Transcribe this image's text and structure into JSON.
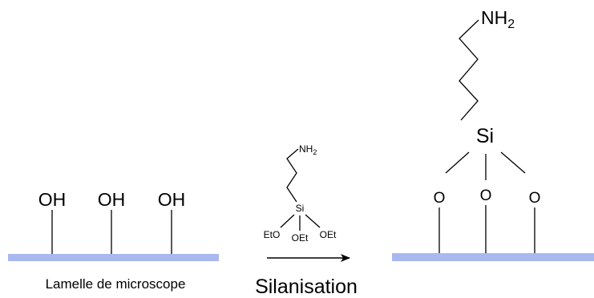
{
  "colors": {
    "surface": "#a9b8ef",
    "ink": "#000000",
    "background": "#ffffff"
  },
  "left_panel": {
    "groups": [
      "OH",
      "OH",
      "OH"
    ],
    "caption": "Lamelle de microscope"
  },
  "reagent": {
    "amine": "NH",
    "amine_subscript": "2",
    "silicon": "Si",
    "ethoxy": [
      "EtO",
      "OEt",
      "OEt"
    ]
  },
  "reaction": {
    "label": "Silanisation",
    "arrow": "right-arrow"
  },
  "product": {
    "amine": "NH",
    "amine_subscript": "2",
    "silicon": "Si",
    "oxygens": [
      "O",
      "O",
      "O"
    ]
  }
}
